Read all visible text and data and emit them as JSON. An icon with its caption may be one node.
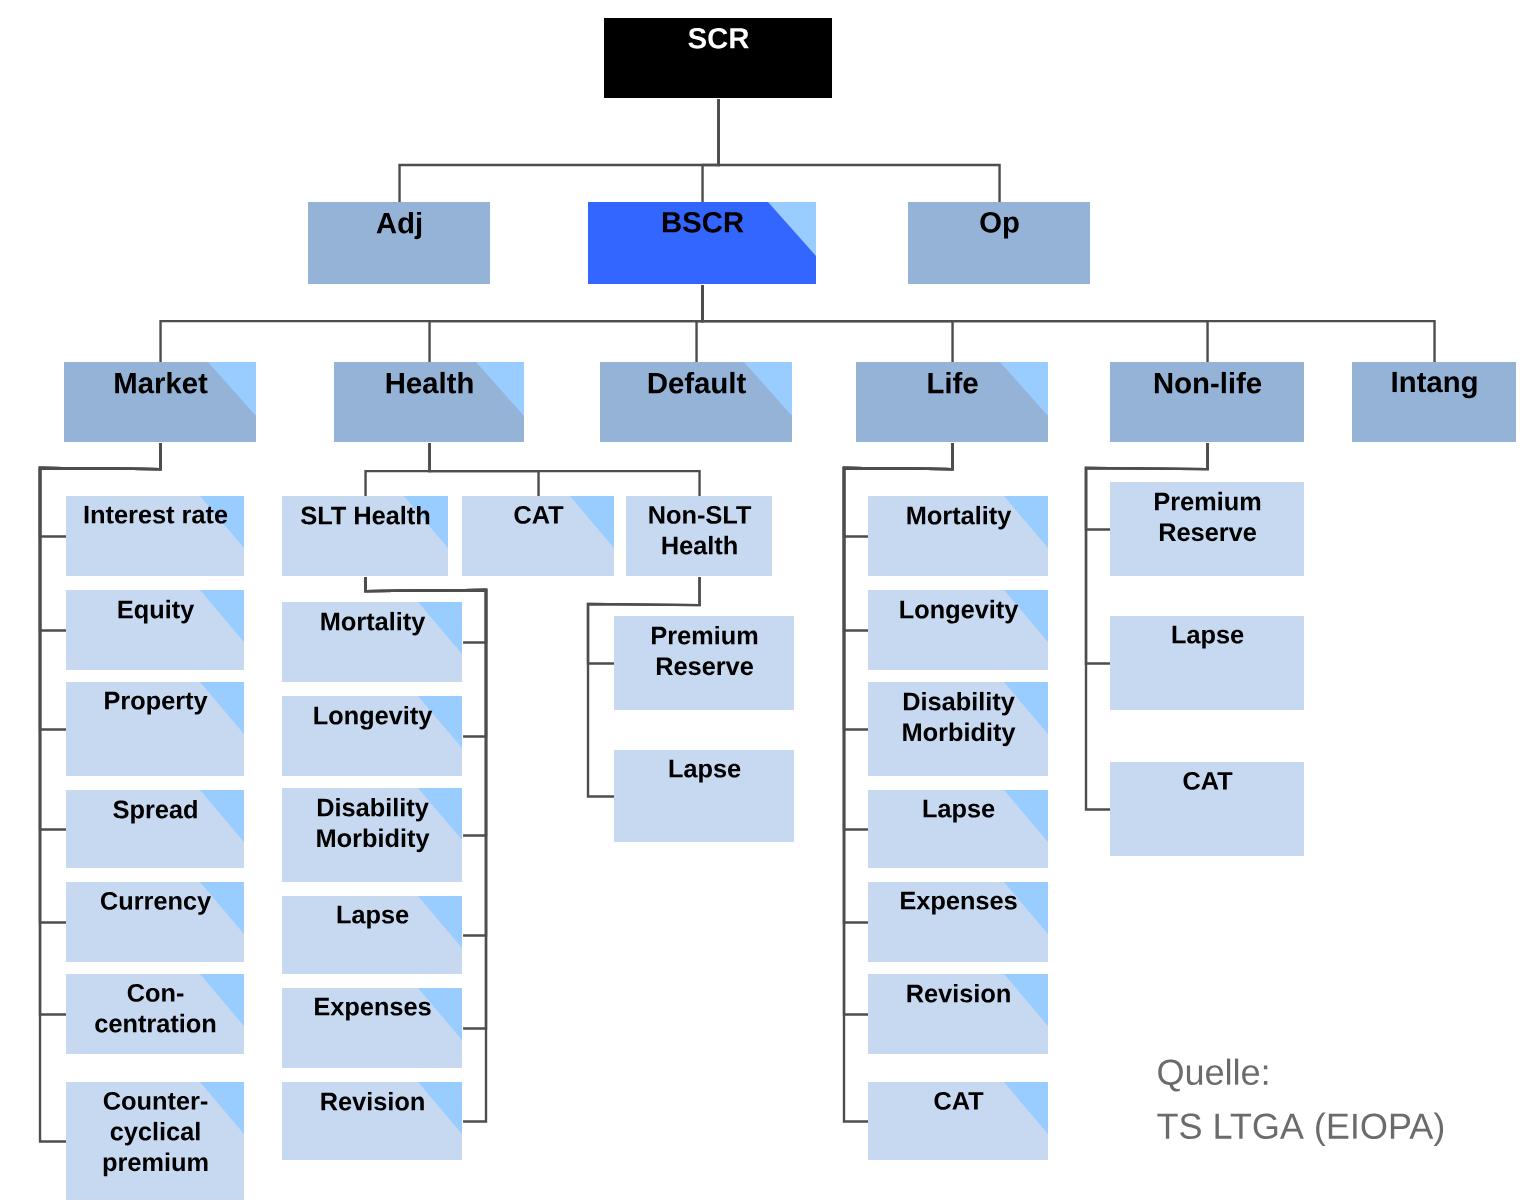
{
  "diagram": {
    "nodes": [
      {
        "text": [
          "SCR"
        ]
      },
      {
        "text": [
          "Adj"
        ]
      },
      {
        "text": [
          "BSCR"
        ]
      },
      {
        "text": [
          "Op"
        ]
      },
      {
        "text": [
          "Market"
        ]
      },
      {
        "text": [
          "Health"
        ]
      },
      {
        "text": [
          "Default"
        ]
      },
      {
        "text": [
          "Life"
        ]
      },
      {
        "text": [
          "Non-life"
        ]
      },
      {
        "text": [
          "Intang"
        ]
      },
      {
        "text": [
          "SLT Health"
        ]
      },
      {
        "text": [
          "CAT"
        ]
      },
      {
        "text": [
          "Non-SLT Health"
        ]
      },
      {
        "text": [
          "Interest rate"
        ]
      },
      {
        "text": [
          "Equity"
        ]
      },
      {
        "text": [
          "Property"
        ]
      },
      {
        "text": [
          "Spread"
        ]
      },
      {
        "text": [
          "Currency"
        ]
      },
      {
        "text": [
          "Con- centration"
        ]
      },
      {
        "text": [
          "Counter- cyclical premium"
        ]
      },
      {
        "text": [
          "Mortality"
        ]
      },
      {
        "text": [
          "Longevity"
        ]
      },
      {
        "text": [
          "Disability Morbidity"
        ]
      },
      {
        "text": [
          "Lapse"
        ]
      },
      {
        "text": [
          "Expenses"
        ]
      },
      {
        "text": [
          "Revision"
        ]
      },
      {
        "text": [
          "Premium Reserve"
        ]
      },
      {
        "text": [
          "Lapse"
        ]
      },
      {
        "text": [
          "Mortality"
        ]
      },
      {
        "text": [
          "Longevity"
        ]
      },
      {
        "text": [
          "Disability Morbidity"
        ]
      },
      {
        "text": [
          "Lapse"
        ]
      },
      {
        "text": [
          "Expenses"
        ]
      },
      {
        "text": [
          "Revision"
        ]
      },
      {
        "text": [
          "CAT"
        ]
      },
      {
        "text": [
          "Premium Reserve"
        ]
      },
      {
        "text": [
          "Lapse"
        ]
      },
      {
        "text": [
          "CAT"
        ]
      }
    ],
    "edges": [
      {
        "from": 0,
        "to": 1,
        "arrow": "none"
      },
      {
        "from": 0,
        "to": 2,
        "arrow": "none"
      },
      {
        "from": 0,
        "to": 3,
        "arrow": "none"
      },
      {
        "from": 2,
        "to": 4,
        "arrow": "none"
      },
      {
        "from": 2,
        "to": 5,
        "arrow": "none"
      },
      {
        "from": 2,
        "to": 6,
        "arrow": "none"
      },
      {
        "from": 2,
        "to": 7,
        "arrow": "none"
      },
      {
        "from": 2,
        "to": 8,
        "arrow": "none"
      },
      {
        "from": 2,
        "to": 9,
        "arrow": "none"
      },
      {
        "from": 5,
        "to": 10,
        "arrow": "none"
      },
      {
        "from": 5,
        "to": 11,
        "arrow": "none"
      },
      {
        "from": 5,
        "to": 12,
        "arrow": "none"
      },
      {
        "from": 4,
        "to": 13,
        "arrow": "none"
      },
      {
        "from": 4,
        "to": 14,
        "arrow": "none"
      },
      {
        "from": 4,
        "to": 15,
        "arrow": "none"
      },
      {
        "from": 4,
        "to": 16,
        "arrow": "none"
      },
      {
        "from": 4,
        "to": 17,
        "arrow": "none"
      },
      {
        "from": 4,
        "to": 18,
        "arrow": "none"
      },
      {
        "from": 4,
        "to": 19,
        "arrow": "none"
      },
      {
        "from": 10,
        "to": 20,
        "arrow": "none"
      },
      {
        "from": 10,
        "to": 21,
        "arrow": "none"
      },
      {
        "from": 10,
        "to": 22,
        "arrow": "none"
      },
      {
        "from": 10,
        "to": 23,
        "arrow": "none"
      },
      {
        "from": 10,
        "to": 24,
        "arrow": "none"
      },
      {
        "from": 10,
        "to": 25,
        "arrow": "none"
      },
      {
        "from": 12,
        "to": 26,
        "arrow": "none"
      },
      {
        "from": 12,
        "to": 27,
        "arrow": "none"
      },
      {
        "from": 7,
        "to": 28,
        "arrow": "none"
      },
      {
        "from": 7,
        "to": 29,
        "arrow": "none"
      },
      {
        "from": 7,
        "to": 30,
        "arrow": "none"
      },
      {
        "from": 7,
        "to": 31,
        "arrow": "none"
      },
      {
        "from": 7,
        "to": 32,
        "arrow": "none"
      },
      {
        "from": 7,
        "to": 33,
        "arrow": "none"
      },
      {
        "from": 7,
        "to": 34,
        "arrow": "none"
      },
      {
        "from": 8,
        "to": 35,
        "arrow": "none"
      },
      {
        "from": 8,
        "to": 36,
        "arrow": "none"
      },
      {
        "from": 8,
        "to": 37,
        "arrow": "none"
      }
    ],
    "labels": [
      "Quelle:",
      "TS LTGA (EIOPA)"
    ]
  }
}
